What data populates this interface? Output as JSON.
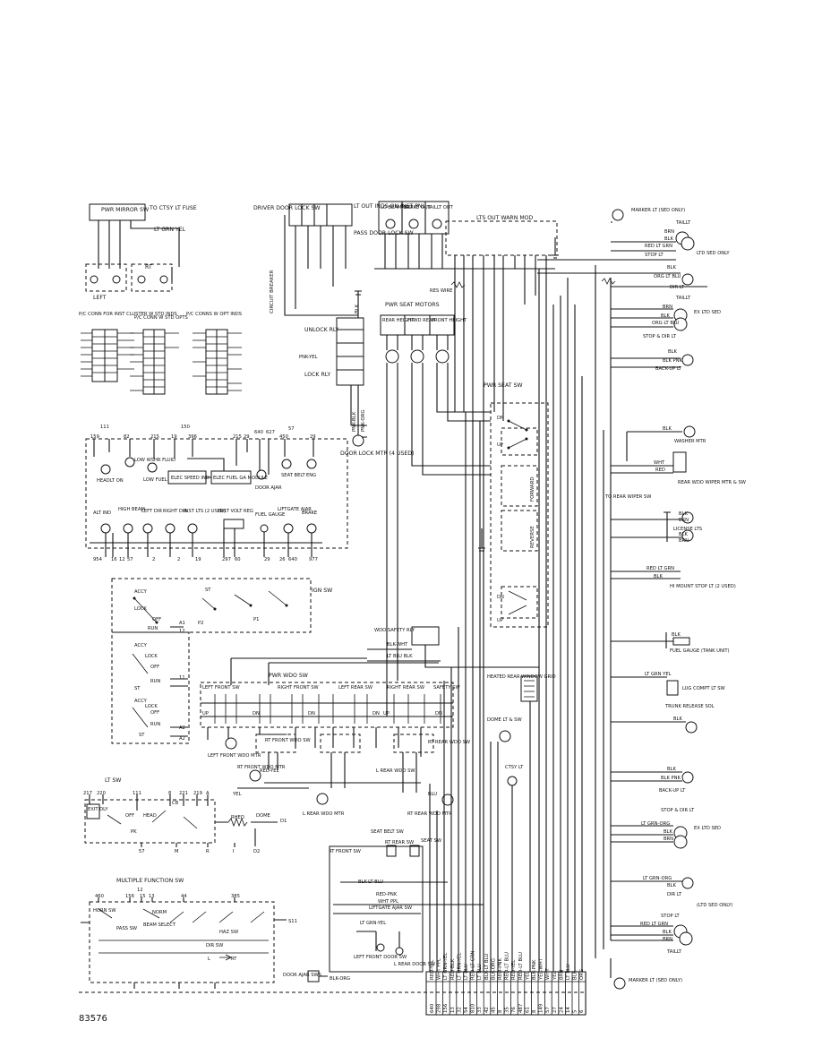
{
  "figure_id": "83576",
  "left_top": {
    "pwr_mirror": "PWR MIRROR SW",
    "ctsy_fuse": "TO CTSY LT FUSE",
    "lt_grn_yel": "LT GRN YEL",
    "left": "LEFT",
    "rt": "RT",
    "ic_cluster": "P/C CONN FOR INST CLUSTER W STD INDS",
    "ic_std_opts": "P/C CONN W STD OPTS",
    "ic_opt_inds": "P/C CONNS W OPT INDS",
    "circuit_breaker": "CIRCUIT BREAKER",
    "driver_door_lock": "DRIVER DOOR LOCK SW",
    "lock": "LOCK",
    "unlock": "UNLOCK",
    "lt_out_inds": "LT OUT INDS ON INST PNL",
    "pass_door_lock": "PASS DOOR LOCK SW",
    "pnk_yel": "PNK-YEL",
    "unlock_rly": "UNLOCK RLY",
    "lock_rly": "LOCK RLY",
    "blk": "BLK",
    "pnk_blk": "PNK-BLK",
    "pnk_org": "PNK-ORG",
    "door_lock_mtr": "DOOR LOCK MTR (4 USED)"
  },
  "cluster": {
    "top_nums": [
      "111",
      "159",
      "82",
      "215",
      "150",
      "19",
      "396",
      "215",
      "29",
      "640",
      "627",
      "450",
      "57",
      "29"
    ],
    "low_wshr": "LOW WSHR FLUID",
    "low_fuel": "LOW FUEL",
    "headlt_on": "HEADLT ON",
    "elec_speed": "ELEC SPEED IND",
    "elec_fuel": "ELEC FUEL GA MODULE",
    "door_ajar": "DOOR AJAR",
    "seat_belt": "SEAT BELT",
    "eng": "ENG",
    "alt_ind": "ALT IND",
    "high_beam": "HIGH BEAM",
    "left_dir": "LEFT DIR",
    "right_dir": "RIGHT DIR",
    "inst_lts": "INST LTS (2 USED)",
    "inst_volt": "INST VOLT REG",
    "fuel_gauge": "FUEL GAUGE",
    "liftgate_ajar": "LIFTGATE AJAR",
    "brake": "BRAKE",
    "bot_nums": [
      "954",
      "16",
      "12",
      "57",
      "2",
      "2",
      "19",
      "297",
      "60",
      "29",
      "26",
      "640",
      "977"
    ]
  },
  "ign": {
    "title": "IGN SW",
    "accy": "ACCY",
    "lock": "LOCK",
    "off": "OFF",
    "run": "RUN",
    "st": "ST",
    "a1": "A1",
    "a2": "A2",
    "p1": "P1",
    "p2": "P2",
    "n12": "12",
    "n11": "11"
  },
  "pwr_wdo": {
    "title": "PWR WDO SW",
    "left_front": "LEFT FRONT SW",
    "right_front": "RIGHT FRONT SW",
    "left_rear": "LEFT REAR SW",
    "right_rear": "RIGHT REAR SW",
    "safety": "SAFETY SW",
    "up": "UP",
    "dn": "DN",
    "lf_mtr": "LEFT FRONT WDO MTR",
    "rf_mtr": "RT FRONT WDO MTR",
    "lr_mtr": "L REAR WDO MTR",
    "rr_mtr": "RT REAR WDO MTR",
    "rt_front_sw": "RT FRONT WDO SW",
    "l_rear_sw": "L REAR WDO SW",
    "rt_rear_sw": "RT REAR WDO SW",
    "wdo_safety_rly": "WDO SAFETY RLY",
    "blk_wht": "BLK-WHT",
    "lt_blu_blk": "LT BLU BLK"
  },
  "lt_sw": {
    "title": "LT SW",
    "nums": [
      "217",
      "220",
      "111",
      "8",
      "221",
      "219",
      "A"
    ],
    "exit_dly": "EXIT DLY",
    "off": "OFF",
    "head": "HEAD",
    "pk": "PK",
    "cb": "CB",
    "rheo": "RHEO",
    "dome": "DOME",
    "d1": "D1",
    "d2": "D2",
    "bot": [
      "57",
      "M",
      "R",
      "I"
    ]
  },
  "multi": {
    "title": "MULTIPLE FUNCTION SW",
    "nums": [
      "460",
      "12",
      "156",
      "15",
      "13",
      "44",
      "385"
    ],
    "horn": "HORN SW",
    "norm": "NORM",
    "beam": "BEAM SELECT",
    "pass": "PASS SW",
    "haz": "HAZ SW",
    "dir": "DIR SW",
    "lt": "L",
    "rt": "RT",
    "s11": "S11"
  },
  "center": {
    "lo_beam": "LO BEAM OUT",
    "brake_out": "BRAKE OUT",
    "taillt_out": "TAILLT OUT",
    "lts_out": "LTS OUT WARN MOD",
    "res_wire": "RES WIRE",
    "pwr_seat_motors": "PWR SEAT MOTORS",
    "rear_height": "REAR HEIGHT",
    "frwd_rear": "FRWD REAR",
    "front_height": "FRONT HEIGHT",
    "pwr_seat_sw": "PWR SEAT SW",
    "dn": "DN",
    "up": "UP",
    "forward": "FORWARD",
    "reverse": "REVERSE",
    "heated_grid": "HEATED REAR WINDOW GRID",
    "dome_lt_sw": "DOME LT & SW",
    "ctsy_lt": "CTSY LT",
    "seat_belt_sw": "SEAT BELT SW",
    "rt_rear_sw": "RT REAR SW",
    "seat_sw": "SEAT SW",
    "rt_front_sw": "RT FRONT SW",
    "liftgate_ajar_sw": "LIFTGATE AJAR SW",
    "left_front_door": "LEFT FRONT DOOR SW",
    "l_rear_door": "L REAR DOOR SW",
    "door_ajar_sws": "DOOR AJAR SWS",
    "blk_org": "BLK-ORG",
    "red_pnk": "RED-PNK",
    "wht_ppl": "WHT PPL",
    "lt_grn_yel": "LT GRN-YEL",
    "blk_lt_blu": "BLK-LT BLU",
    "red_yel": "RED-YEL",
    "yel": "YEL",
    "blu": "BLU"
  },
  "connector": {
    "top": [
      "640",
      "298",
      "156",
      "13",
      "32",
      "54",
      "810",
      "33",
      "42",
      "45",
      "8",
      "35",
      "76",
      "487",
      "61",
      "8",
      "149",
      "57",
      "27",
      "24",
      "14",
      "5",
      "6"
    ],
    "wires": [
      "RED-YEL",
      "WHT PPL",
      "LT GRN-YEL",
      "RED-BLK",
      "LT GRN-YEL",
      "LT BLU",
      "RED-LT GRN",
      "LT BLU",
      "BLK-LT BLU",
      "BLK-ORG",
      "RED-PNK",
      "RED-LT BLU",
      "RED-YEL",
      "RED-LT BLU",
      "YEL",
      "BLK-PNK",
      "YEL-WHT",
      "WHT",
      "YEL",
      "BRN",
      "LT BLU",
      "BLK",
      "ORG"
    ]
  },
  "right_side": {
    "marker_top": "MARKER LT (SED ONLY)",
    "taillt": "TAILLT",
    "ltd_sed_only": "LTD SED ONLY",
    "stop_lt": "STOP LT",
    "dir_lt": "DIR LT",
    "ex_ltd_sed": "EX LTD SED",
    "stop_dir_lt": "STOP & DIR LT",
    "back_up_lt": "BACK-UP LT",
    "washer_mtr": "WASHER MTR",
    "to_rear_wiper": "TO REAR WIPER SW",
    "rear_wdo_wiper": "REAR WDO WIPER MTR & SW",
    "license_lts": "LICENSE LTS",
    "hi_mount": "HI MOUNT STOP LT (2 USED)",
    "fuel_gauge": "FUEL GAUGE (TANK UNIT)",
    "lug_compt": "LUG COMPT LT SW",
    "trunk_sol": "TRUNK RELEASE SOL",
    "back_up_lt2": "BACK-UP LT",
    "stop_dir_lt2": "STOP & DIR LT",
    "ex_ltd_sed2": "EX LTD SED",
    "dir_lt2": "DIR LT",
    "ltd_sed_only2": "(LTD SED ONLY)",
    "stop_lt2": "STOP LT",
    "taillt2": "TAILLT",
    "marker_bot": "MARKER LT (SED ONLY)",
    "brn": "BRN",
    "blk": "BLK",
    "red_lt_grn": "RED LT GRN",
    "org_lt_blu": "ORG LT BLU",
    "blk_pnk": "BLK PNK",
    "wht": "WHT",
    "red": "RED",
    "lt_grn_yel": "LT GRN YEL",
    "lt_grn_org": "LT GRN-ORG"
  }
}
